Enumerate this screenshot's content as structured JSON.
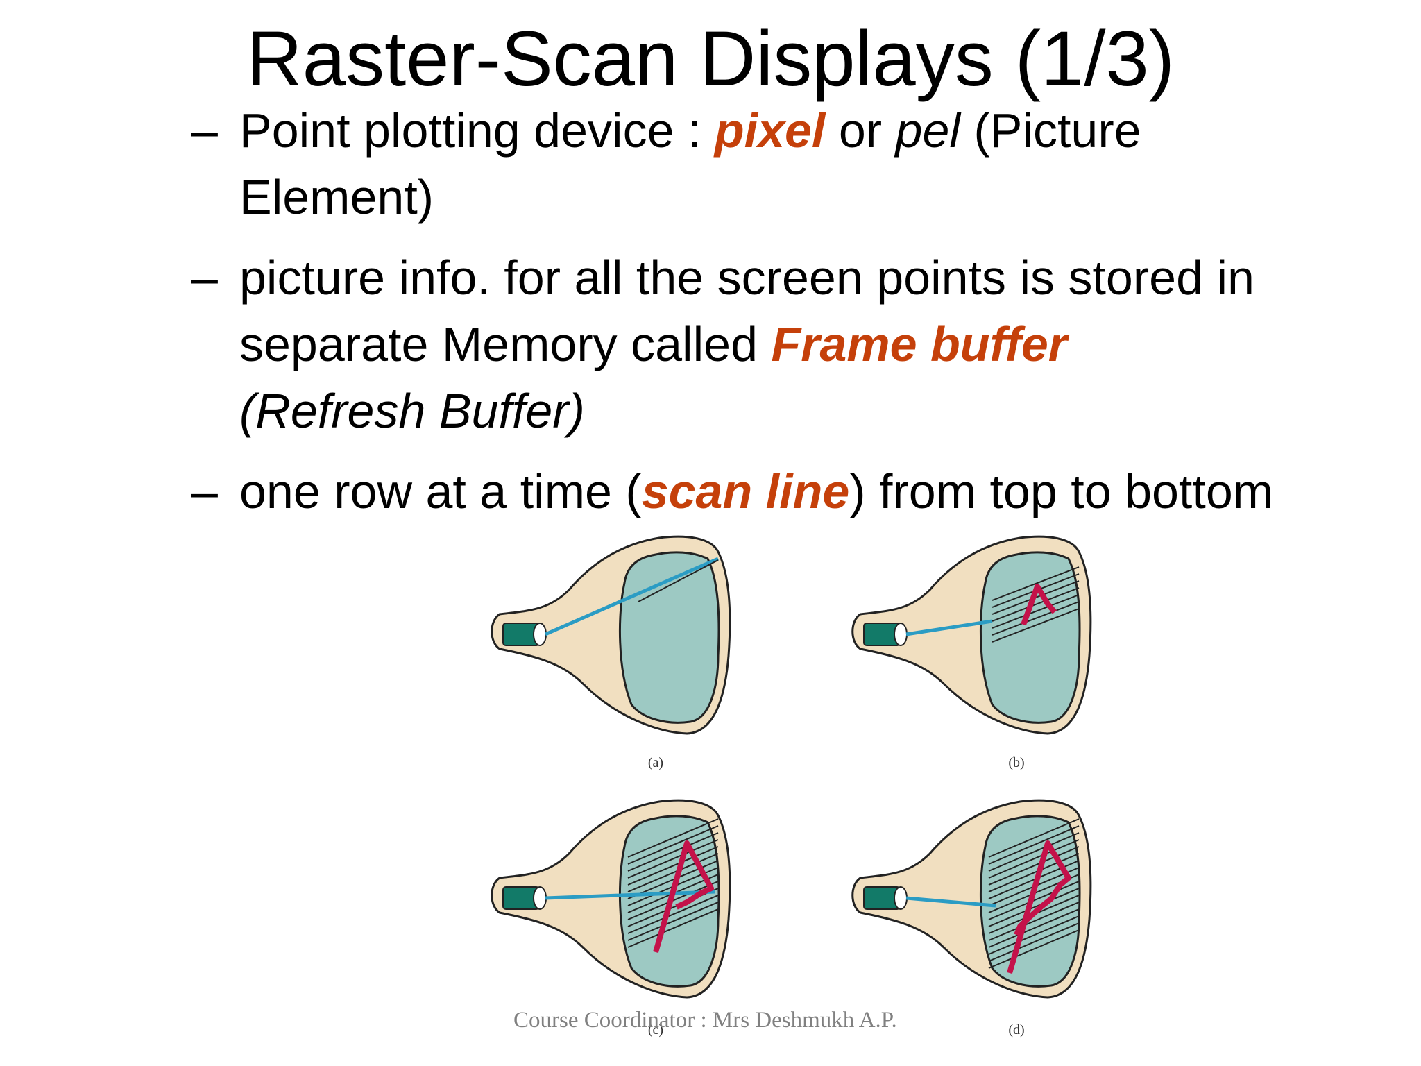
{
  "slide": {
    "title": "Raster-Scan Displays (1/3)",
    "bullets": [
      {
        "dash": "–",
        "parts": [
          "Point plotting device  : ",
          "pixel",
          " or ",
          "pel",
          "  (Picture Element)"
        ]
      },
      {
        "dash": "–",
        "parts": [
          "picture info. for all the screen points is stored in separate Memory called ",
          "Frame buffer",
          " ",
          "(Refresh Buffer)"
        ]
      },
      {
        "dash": "–",
        "parts": [
          "one row at a time (",
          "scan line",
          ") from top to bottom"
        ]
      }
    ],
    "figure_labels": [
      "(a)",
      "(b)",
      "(c)",
      "(d)"
    ],
    "footer": "Course Coordinator : Mrs Deshmukh A.P."
  },
  "colors": {
    "highlight": "#c5400a",
    "tube_body": "#f1dfc0",
    "screen": "#9dc9c3",
    "gun": "#127a68",
    "beam": "#2b9cc4",
    "triangle": "#c4124a"
  }
}
